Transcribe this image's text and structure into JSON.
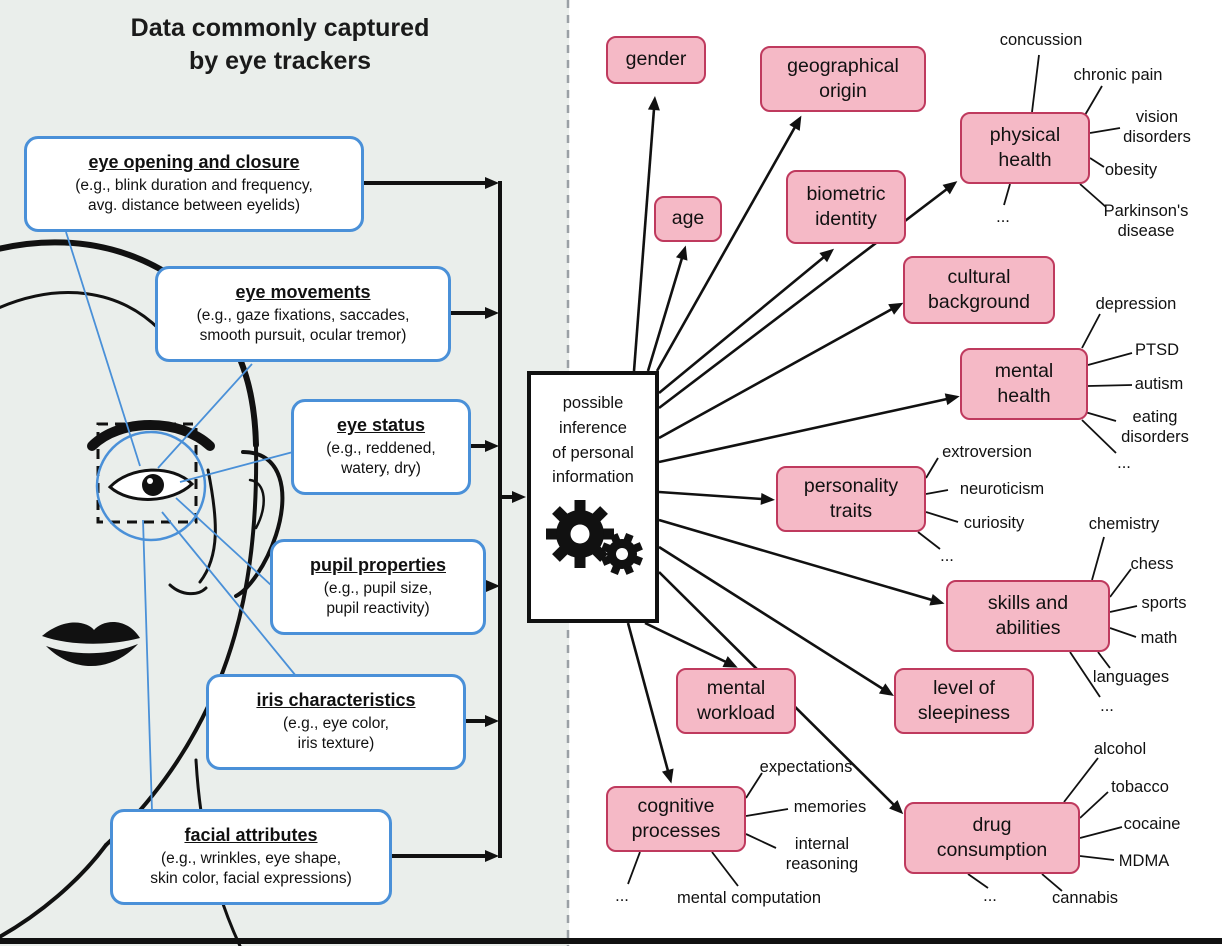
{
  "title": "Data commonly captured\nby eye trackers",
  "colors": {
    "left_panel_bg": "#eaeeeb",
    "capture_box_border": "#4a90d8",
    "inference_fill": "#f5b9c6",
    "inference_border": "#bf3a5e",
    "line_color": "#111111"
  },
  "capture_boxes": [
    {
      "heading": "eye opening and closure",
      "detail": "(e.g., blink duration and frequency,\navg. distance between eyelids)"
    },
    {
      "heading": "eye movements",
      "detail": "(e.g., gaze fixations, saccades,\nsmooth pursuit, ocular tremor)"
    },
    {
      "heading": "eye status",
      "detail": "(e.g., reddened,\nwatery, dry)"
    },
    {
      "heading": "pupil properties",
      "detail": "(e.g., pupil size,\npupil reactivity)"
    },
    {
      "heading": "iris characteristics",
      "detail": "(e.g., eye color,\niris texture)"
    },
    {
      "heading": "facial attributes",
      "detail": "(e.g., wrinkles, eye shape,\nskin color, facial expressions)"
    }
  ],
  "center_box": {
    "label": "possible\ninference\nof personal\ninformation"
  },
  "inference_boxes": [
    {
      "label": "gender"
    },
    {
      "label": "geographical\norigin"
    },
    {
      "label": "age"
    },
    {
      "label": "biometric\nidentity"
    },
    {
      "label": "physical\nhealth"
    },
    {
      "label": "cultural\nbackground"
    },
    {
      "label": "mental\nhealth"
    },
    {
      "label": "personality\ntraits"
    },
    {
      "label": "skills and\nabilities"
    },
    {
      "label": "mental\nworkload"
    },
    {
      "label": "level of\nsleepiness"
    },
    {
      "label": "cognitive\nprocesses"
    },
    {
      "label": "drug\nconsumption"
    }
  ],
  "satellites": {
    "physical_health": [
      "concussion",
      "chronic pain",
      "vision\ndisorders",
      "obesity",
      "Parkinson's\ndisease",
      "..."
    ],
    "mental_health": [
      "depression",
      "PTSD",
      "autism",
      "eating\ndisorders",
      "..."
    ],
    "personality_traits": [
      "extroversion",
      "neuroticism",
      "curiosity",
      "..."
    ],
    "skills_and_abilities": [
      "chemistry",
      "chess",
      "sports",
      "math",
      "languages",
      "..."
    ],
    "cognitive_processes": [
      "expectations",
      "memories",
      "internal\nreasoning",
      "mental computation",
      "..."
    ],
    "drug_consumption": [
      "alcohol",
      "tobacco",
      "cocaine",
      "MDMA",
      "cannabis",
      "..."
    ]
  }
}
